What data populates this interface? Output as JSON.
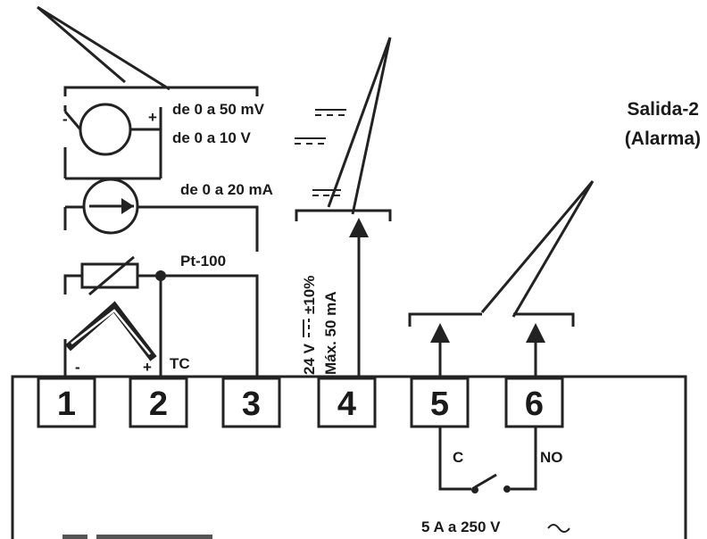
{
  "title_line1": "Salida-2",
  "title_line2": "(Alarma)",
  "labels": {
    "mv": "de 0 a 50 mV",
    "v": "de 0 a 10 V",
    "ma": "de 0 a 20 mA",
    "pt100": "Pt-100",
    "tc": "TC",
    "supply_voltage": "24 V",
    "supply_tolerance": "±10%",
    "supply_current": "Máx. 50 mA",
    "com": "C",
    "no": "NO",
    "rating": "5 A a 250 V"
  },
  "polarity": {
    "minus": "-",
    "plus": "+"
  },
  "terminals": [
    "1",
    "2",
    "3",
    "4",
    "5",
    "6"
  ],
  "icons": [
    "dc-symbol",
    "ac-symbol",
    "voltage-source-icon",
    "current-source-icon",
    "rtd-icon",
    "thermocouple-icon",
    "relay-contact-icon"
  ]
}
